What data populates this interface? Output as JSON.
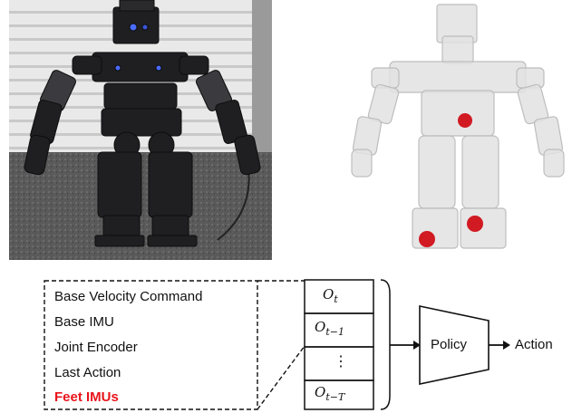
{
  "observations": [
    {
      "label": "Base Velocity Command",
      "highlight": false
    },
    {
      "label": "Base IMU",
      "highlight": false
    },
    {
      "label": "Joint Encoder",
      "highlight": false
    },
    {
      "label": "Last Action",
      "highlight": false
    },
    {
      "label": "Feet IMUs",
      "highlight": true
    }
  ],
  "history": {
    "o_t": {
      "base": "O",
      "sub": "t"
    },
    "o_t_minus_1": {
      "base": "O",
      "sub": "t−1"
    },
    "ellipsis": "⋮",
    "o_t_minus_T": {
      "base": "O",
      "sub": "t−T"
    }
  },
  "policy_label": "Policy",
  "output_label": "Action",
  "colors": {
    "highlight": "#e8141b",
    "imu_marker": "#d11a22",
    "line": "#111111"
  }
}
